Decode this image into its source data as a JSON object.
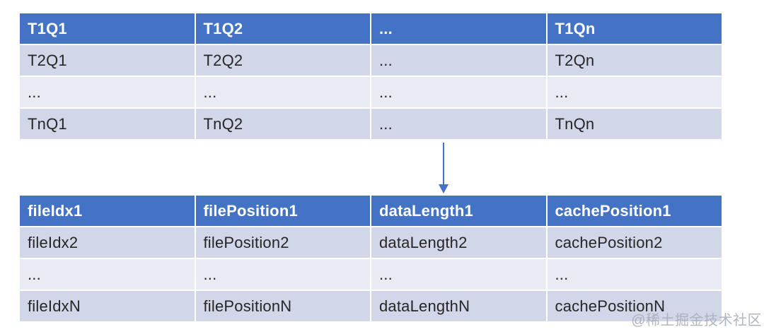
{
  "colors": {
    "header_bg": "#4472C4",
    "row_dark": "#D1D6E8",
    "row_light": "#E9EBF3",
    "header_text": "#FFFFFF",
    "body_text": "#262626",
    "arrow": "#4472C4",
    "watermark": "#A9ADB9"
  },
  "top_table": {
    "headers": [
      "T1Q1",
      "T1Q2",
      "...",
      "T1Qn"
    ],
    "rows": [
      [
        "T2Q1",
        "T2Q2",
        "...",
        "T2Qn"
      ],
      [
        "...",
        "...",
        "...",
        "..."
      ],
      [
        "TnQ1",
        "TnQ2",
        "...",
        "TnQn"
      ]
    ]
  },
  "bottom_table": {
    "headers": [
      "fileIdx1",
      "filePosition1",
      "dataLength1",
      "cachePosition1"
    ],
    "rows": [
      [
        "fileIdx2",
        "filePosition2",
        "dataLength2",
        "cachePosition2"
      ],
      [
        "...",
        "...",
        "...",
        "..."
      ],
      [
        "fileIdxN",
        "filePositionN",
        "dataLengthN",
        "cachePositionN"
      ]
    ]
  },
  "watermark": "@稀土掘金技术社区"
}
